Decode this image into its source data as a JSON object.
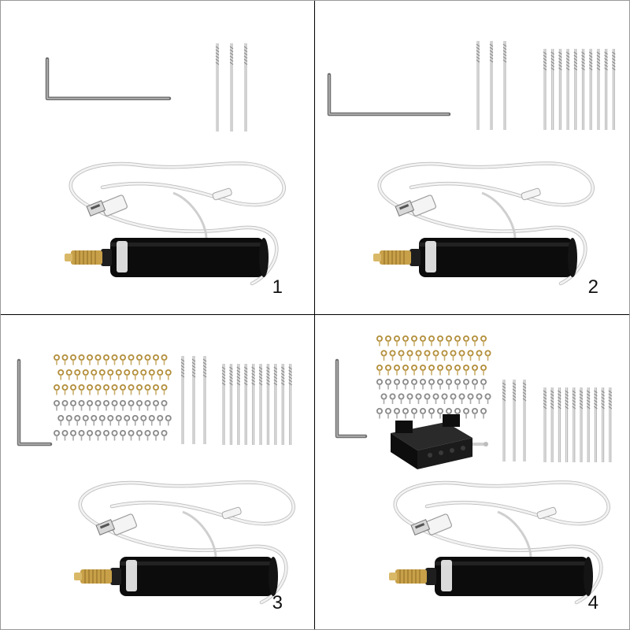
{
  "colors": {
    "drill_body": "#0c0c0c",
    "chuck_brass": "#c7a049",
    "cable": "#f2f2f2",
    "wrench": "#8a8a8a",
    "bit": "#b9b9b9",
    "gold_screw": "#c9ad6a",
    "silver_screw": "#a9a9a9",
    "vise": "#151515"
  },
  "panels": [
    {
      "number": "1",
      "icons": [
        "hex-key-icon",
        "drill-bit-icon",
        "mini-drill-icon"
      ]
    },
    {
      "number": "2",
      "icons": [
        "hex-key-icon",
        "drill-bit-icon",
        "mini-drill-icon"
      ]
    },
    {
      "number": "3",
      "icons": [
        "hex-key-icon",
        "eye-screw-icon",
        "drill-bit-icon",
        "mini-drill-icon"
      ]
    },
    {
      "number": "4",
      "icons": [
        "hex-key-icon",
        "eye-screw-icon",
        "bench-vise-icon",
        "drill-bit-icon",
        "mini-drill-icon"
      ]
    }
  ]
}
